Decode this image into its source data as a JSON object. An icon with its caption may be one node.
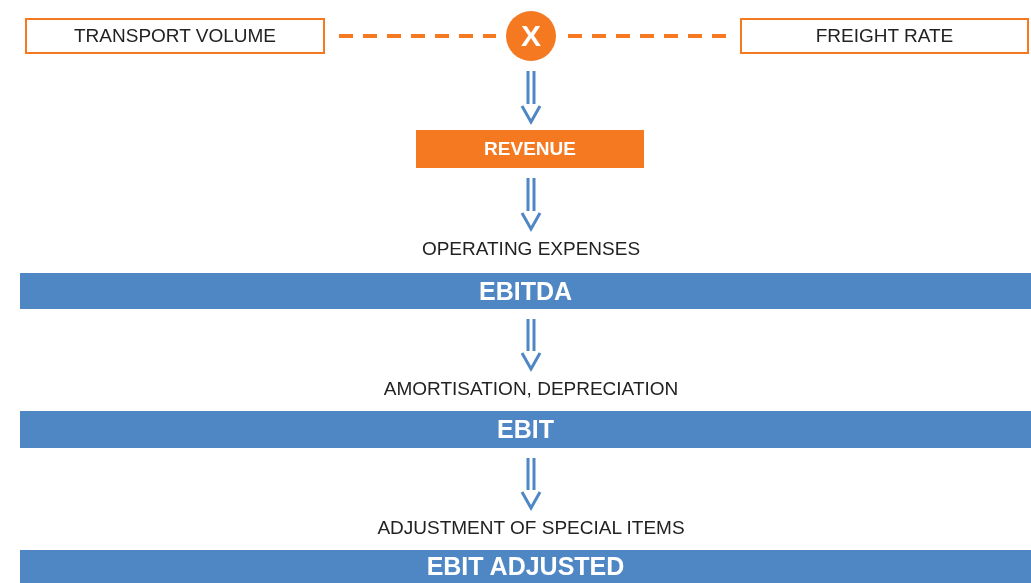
{
  "diagram": {
    "nodes": [
      {
        "text": [
          "TRANSPORT VOLUME"
        ]
      },
      {
        "text": [
          "X"
        ]
      },
      {
        "text": [
          "FREIGHT RATE"
        ]
      },
      {
        "text": [
          "REVENUE"
        ]
      },
      {
        "text": [
          "OPERATING EXPENSES"
        ]
      },
      {
        "text": [
          "EBITDA"
        ]
      },
      {
        "text": [
          "AMORTISATION, DEPRECIATION"
        ]
      },
      {
        "text": [
          "EBIT"
        ]
      },
      {
        "text": [
          "ADJUSTMENT OF SPECIAL ITEMS"
        ]
      },
      {
        "text": [
          "EBIT ADJUSTED"
        ]
      }
    ],
    "edges": [
      {
        "from": 0,
        "to": 1,
        "arrow": "none",
        "style": "dashed",
        "color": "#f47920"
      },
      {
        "from": 2,
        "to": 1,
        "arrow": "none",
        "style": "dashed",
        "color": "#f47920"
      },
      {
        "from": 1,
        "to": 3,
        "arrow": "to"
      },
      {
        "from": 3,
        "to": 4,
        "arrow": "to"
      },
      {
        "from": 5,
        "to": 6,
        "arrow": "to"
      },
      {
        "from": 7,
        "to": 8,
        "arrow": "to"
      }
    ]
  }
}
